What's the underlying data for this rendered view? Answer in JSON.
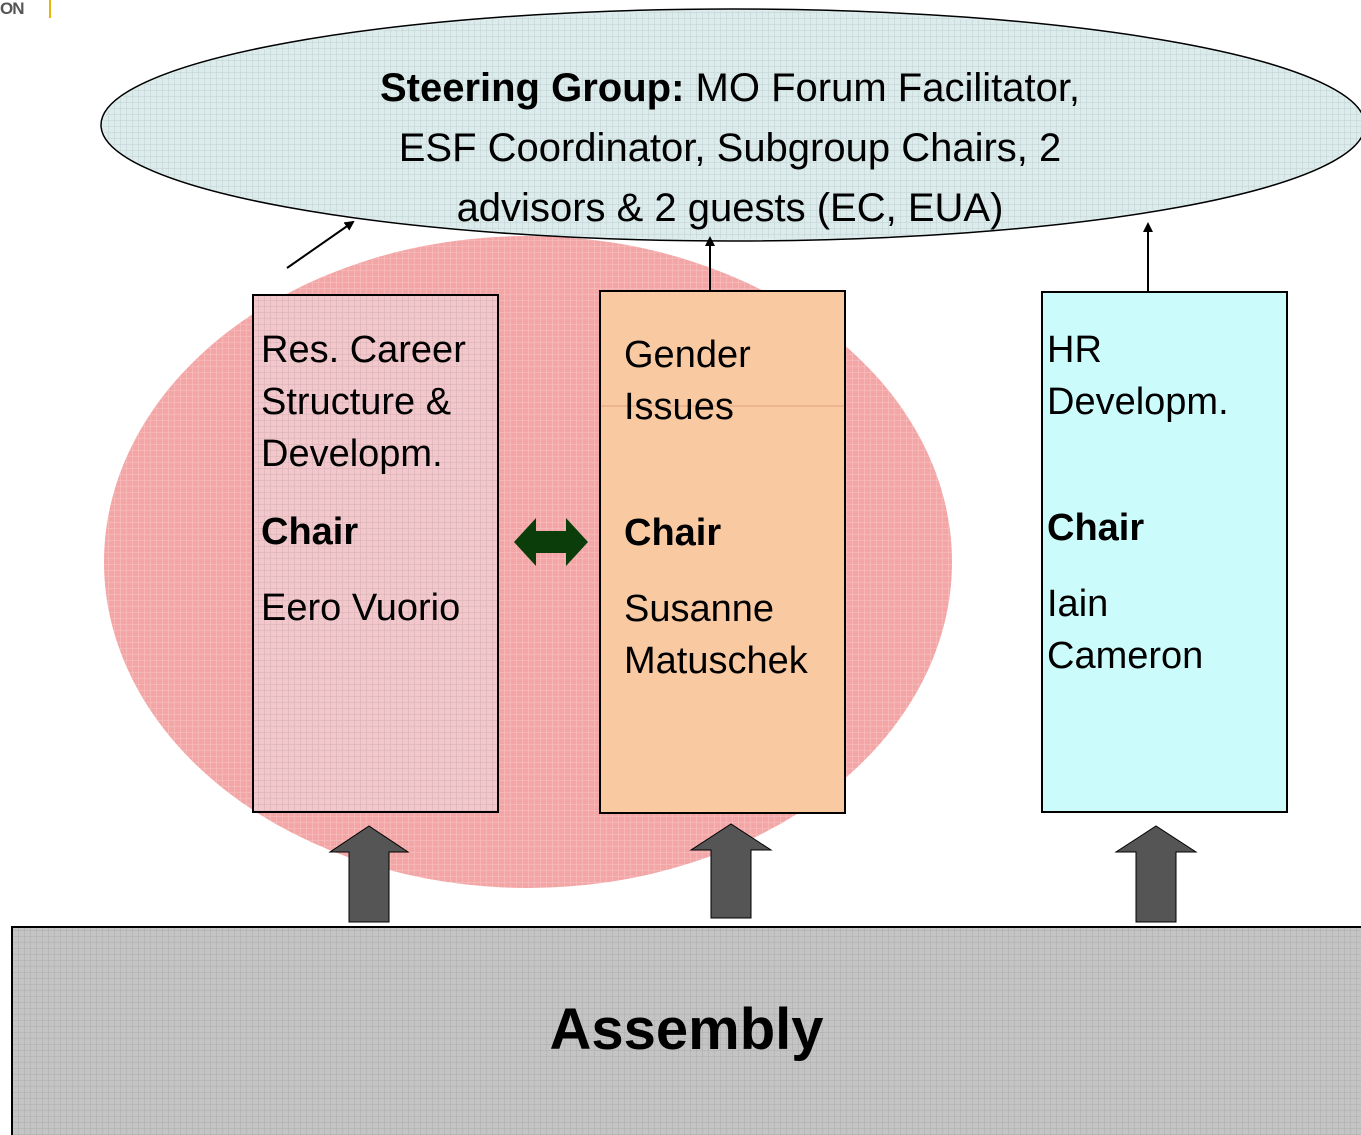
{
  "logo": {
    "fragment": "ON"
  },
  "steering_group": {
    "title": "Steering Group:",
    "line1": "MO Forum  Facilitator,",
    "line2": "ESF Coordinator, Subgroup  Chairs, 2",
    "line3": "advisors & 2 guests (EC, EUA)",
    "fill": "#dcecec"
  },
  "subgroups": [
    {
      "name_lines": [
        "Res. Career",
        "Structure &",
        "Developm."
      ],
      "chair_label": "Chair",
      "chair_lines": [
        "Eero Vuorio"
      ],
      "fill": "#f2c8cc"
    },
    {
      "name_lines": [
        "Gender",
        "Issues"
      ],
      "chair_label": "Chair",
      "chair_lines": [
        "Susanne",
        "Matuschek"
      ],
      "fill": "#f9c9a2"
    },
    {
      "name_lines": [
        "HR",
        "Developm."
      ],
      "chair_label": "Chair",
      "chair_lines": [
        "Iain",
        "Cameron"
      ],
      "fill": "#ccfbfb"
    }
  ],
  "assembly": {
    "label": "Assembly",
    "fill": "#c4c4c4"
  },
  "colors": {
    "cluster_ellipse": "#f4a6a6",
    "double_arrow": "#0b3d0b",
    "block_arrow": "#555555"
  }
}
